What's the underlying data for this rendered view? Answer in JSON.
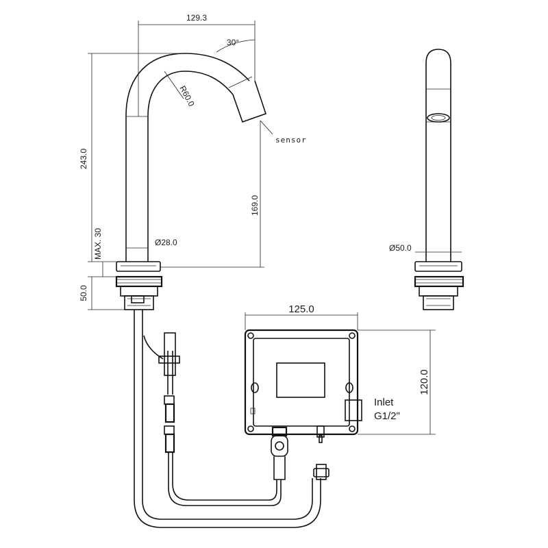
{
  "dimensions": {
    "spout_reach": "129.3",
    "spout_angle": "30°",
    "bend_radius": "R60.0",
    "sensor_label": "sensor",
    "total_height": "243.0",
    "outlet_height": "169.0",
    "max_deck": "MAX. 30",
    "shank_length": "50.0",
    "body_diameter": "Ø28.0",
    "base_diameter": "Ø50.0",
    "box_width": "125.0",
    "box_height": "120.0",
    "inlet_label": "Inlet",
    "inlet_thread": "G1/2\""
  }
}
